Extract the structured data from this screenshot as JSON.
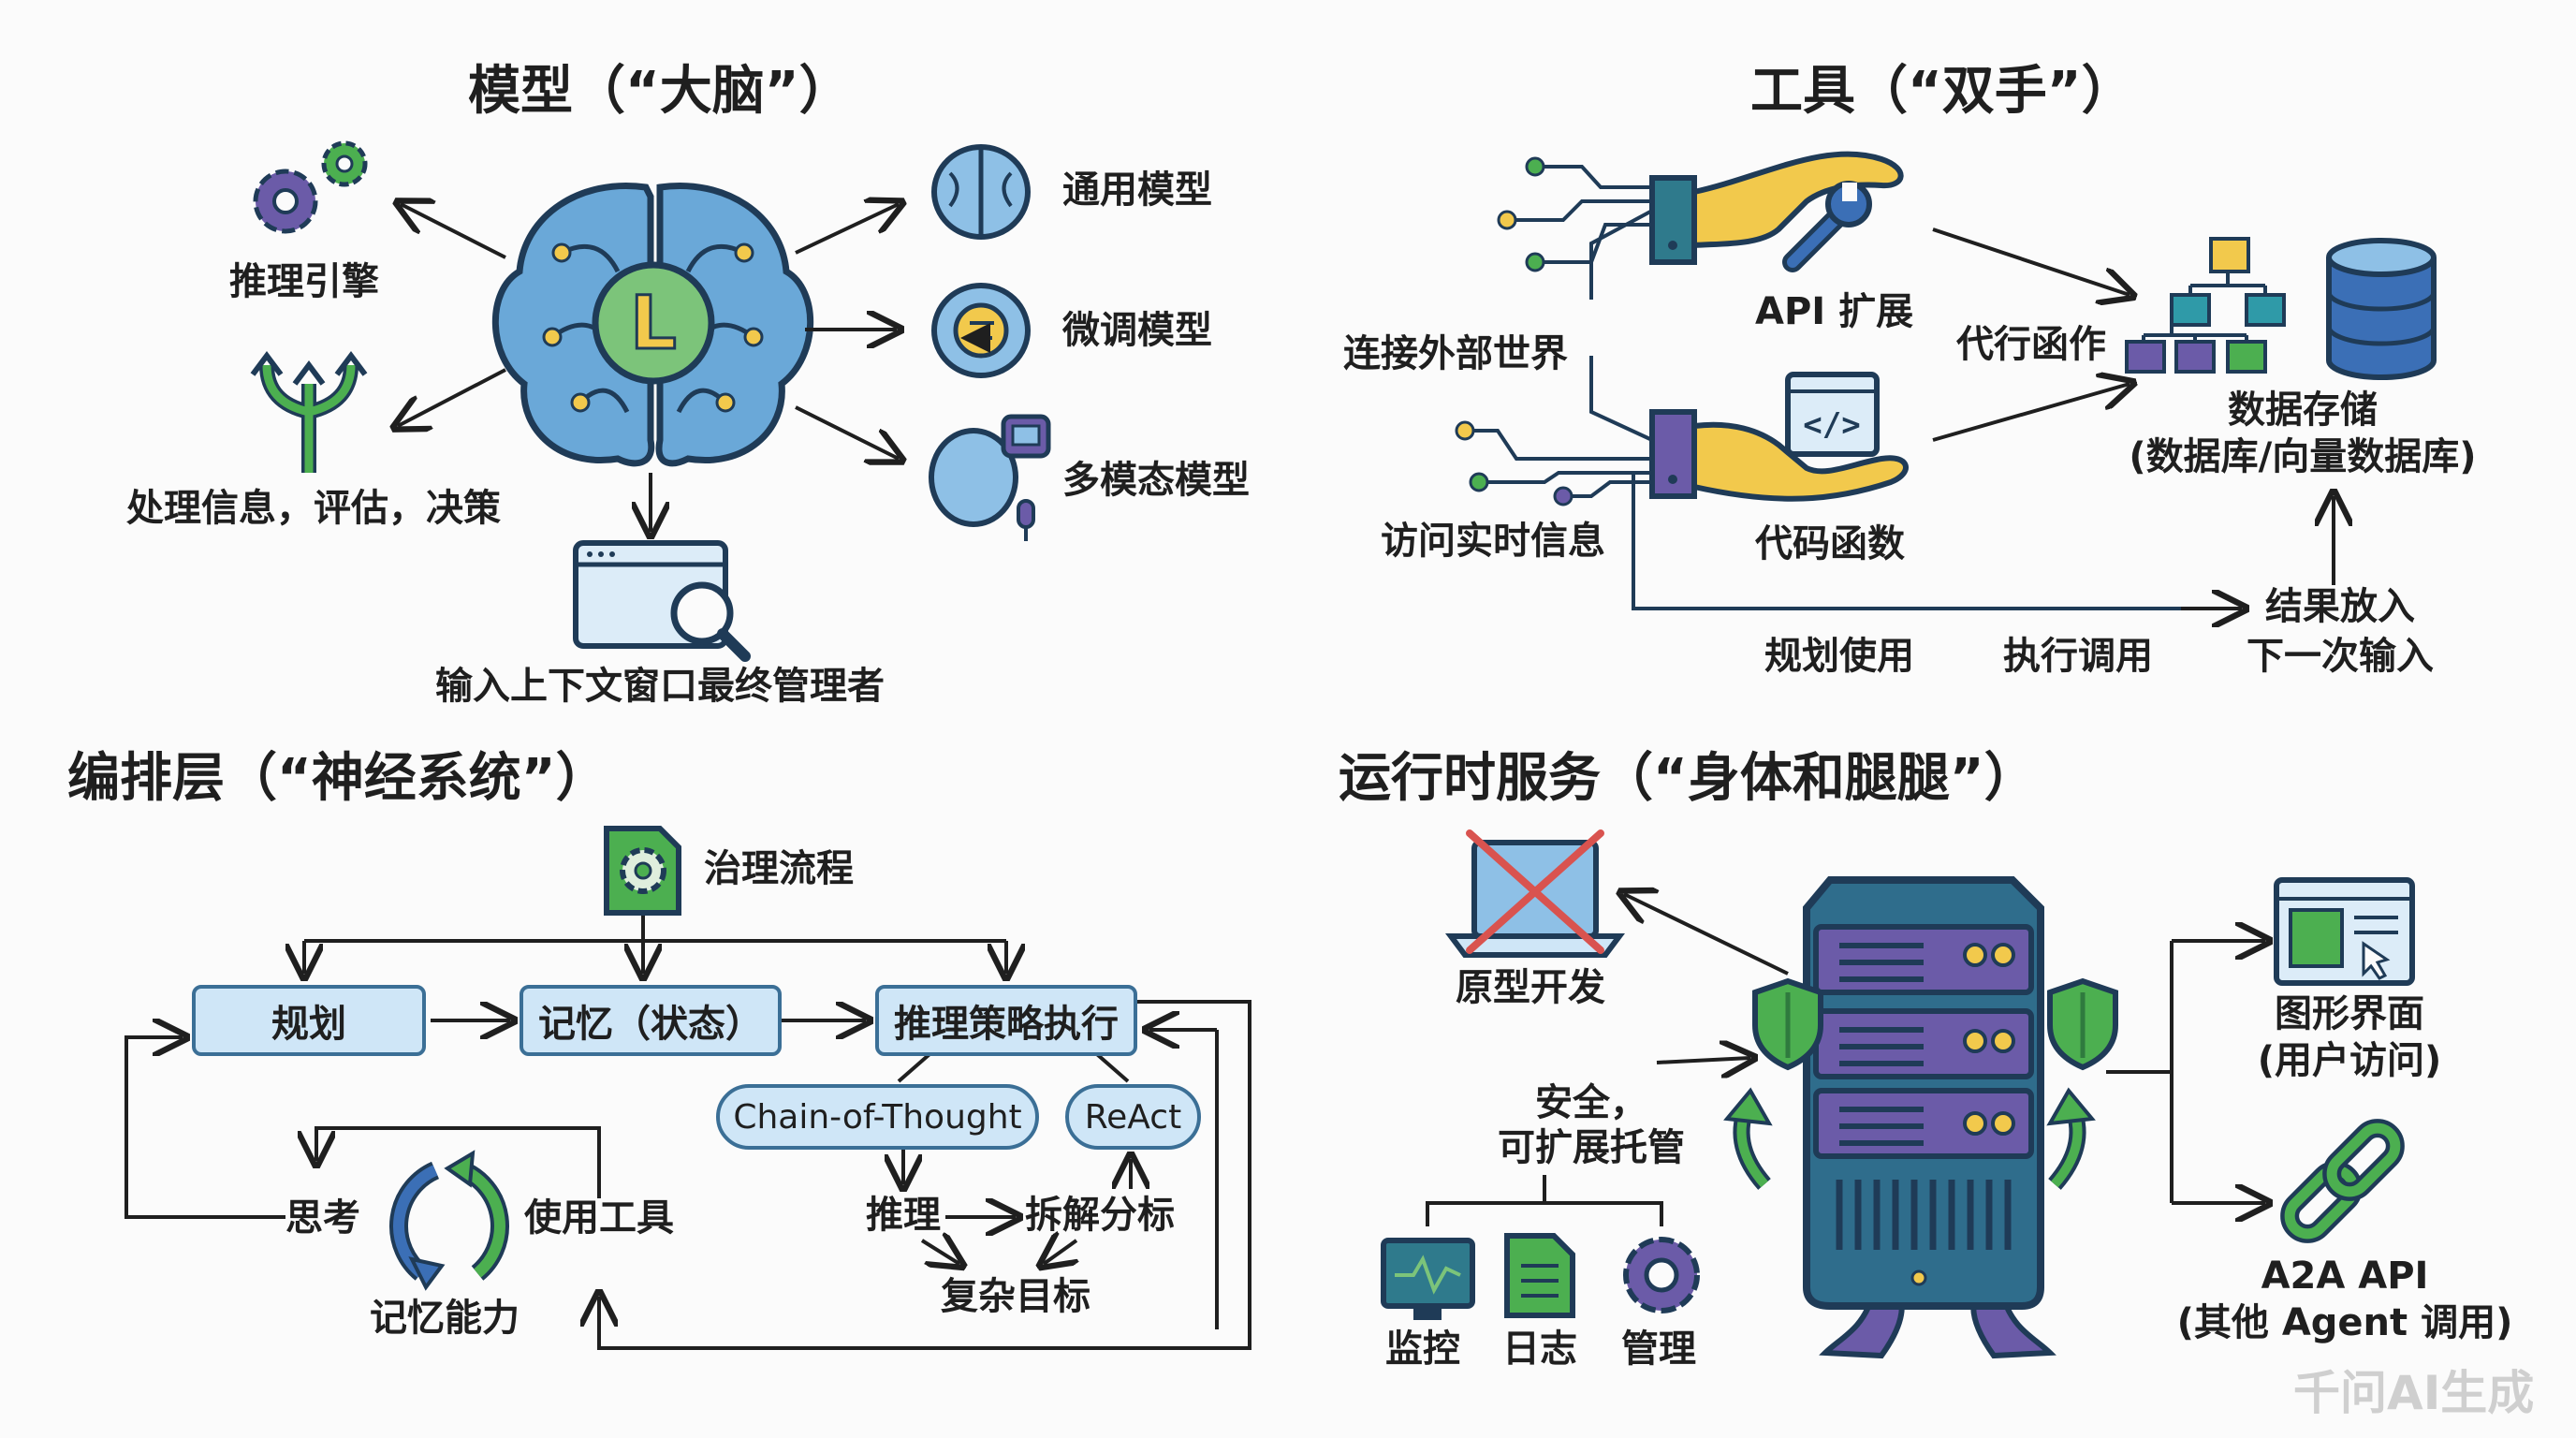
{
  "model": {
    "title": "模型（“大脑”）",
    "center_letter": "L",
    "reasoning_engine": "推理引擎",
    "process_info": "处理信息，评估，决策",
    "context_window": "输入上下文窗口最终管理者",
    "general_model": "通用模型",
    "finetuned_model": "微调模型",
    "multimodal_model": "多模态模型"
  },
  "tools": {
    "title": "工具（“双手”）",
    "connect_world": "连接外部世界",
    "realtime_info": "访问实时信息",
    "api_ext": "API 扩展",
    "code_func": "代码函数",
    "proxy_func": "代行函作",
    "storage_line1": "数据存储",
    "storage_line2": "(数据库/向量数据库)",
    "plan_use": "规划使用",
    "exec_call": "执行调用",
    "result_line1": "结果放入",
    "result_line2": "下一次输入"
  },
  "orchestration": {
    "title": "编排层（“神经系统”）",
    "governance": "治理流程",
    "plan": "规划",
    "memory_state": "记忆（状态）",
    "reasoning_exec": "推理策略执行",
    "cot": "Chain-of-Thought",
    "react": "ReAct",
    "reasoning": "推理",
    "decompose": "拆解分标",
    "complex_goal": "复杂目标",
    "think": "思考",
    "use_tools": "使用工具",
    "memory_ability": "记忆能力"
  },
  "runtime": {
    "title": "运行时服务（“身体和腿腿”）",
    "prototype": "原型开发",
    "secure_line1": "安全，",
    "secure_line2": "可扩展托管",
    "monitor": "监控",
    "logs": "日志",
    "manage": "管理",
    "gui_line1": "图形界面",
    "gui_line2": "(用户访问)",
    "a2a_line1": "A2A API",
    "a2a_line2": "(其他 Agent 调用)"
  },
  "watermark": "千问AI生成",
  "colors": {
    "brain_blue": "#6aa8d8",
    "circle_green": "#7cc47a",
    "circle_yellow": "#f2c94c",
    "outline": "#1f3b57",
    "purple": "#6b5ba8",
    "teal": "#2f7a8c",
    "box_fill": "#cfe6f7",
    "green": "#4caf50"
  }
}
